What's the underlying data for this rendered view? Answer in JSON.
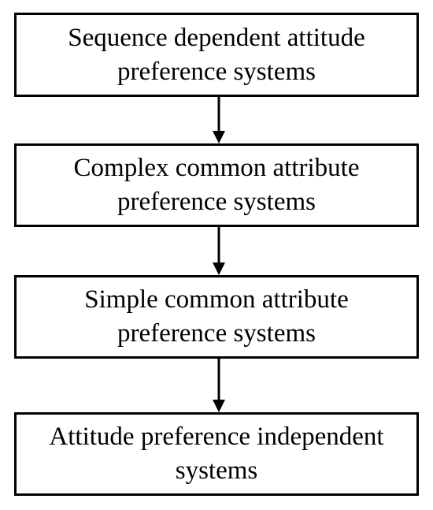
{
  "diagram": {
    "nodes": [
      {
        "id": "n1",
        "lines": [
          "Sequence dependent attitude",
          "preference systems"
        ]
      },
      {
        "id": "n2",
        "lines": [
          "Complex common attribute",
          "preference systems"
        ]
      },
      {
        "id": "n3",
        "lines": [
          "Simple common attribute",
          "preference systems"
        ]
      },
      {
        "id": "n4",
        "lines": [
          "Attitude preference independent",
          "systems"
        ]
      }
    ],
    "edges": [
      {
        "from": "n1",
        "to": "n2"
      },
      {
        "from": "n2",
        "to": "n3"
      },
      {
        "from": "n3",
        "to": "n4"
      }
    ],
    "colors": {
      "stroke": "#000000",
      "text": "#000000",
      "background": "#ffffff"
    }
  }
}
